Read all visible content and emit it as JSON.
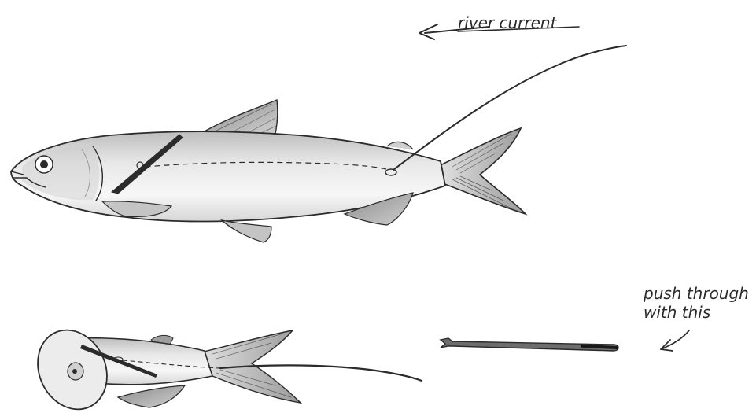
{
  "annotations": {
    "current_label": "river current",
    "push_label_line1": "push through",
    "push_label_line2": "with this"
  },
  "colors": {
    "paper": "#ffffff",
    "pencil": "#2b2b2b",
    "shade": "#c8c8c8",
    "fin_fill": "#bdbdbd"
  }
}
